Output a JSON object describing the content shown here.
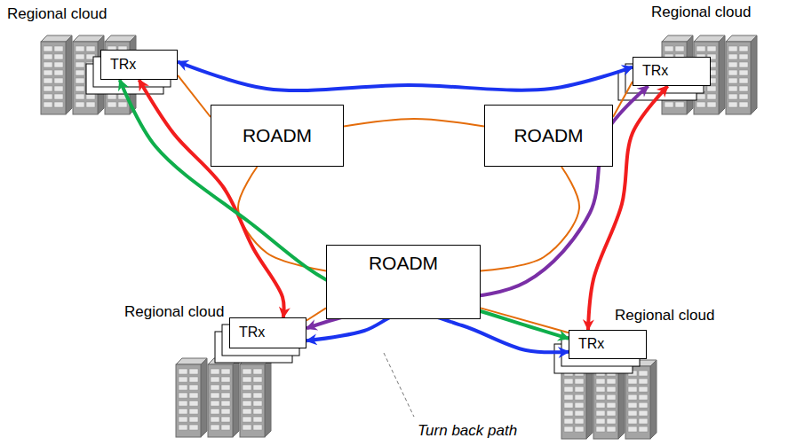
{
  "diagram": {
    "nodes": [
      {
        "text": [
          "TRx"
        ]
      },
      {
        "text": [
          "TRx"
        ]
      },
      {
        "text": [
          "ROADM"
        ]
      },
      {
        "text": [
          "ROADM"
        ]
      },
      {
        "text": [
          "ROADM"
        ]
      },
      {
        "text": [
          "TRx"
        ]
      },
      {
        "text": [
          "TRx"
        ]
      }
    ],
    "edges": [
      {
        "from": 2,
        "to": 3,
        "arrow": "none"
      },
      {
        "from": 2,
        "to": 4,
        "arrow": "none"
      },
      {
        "from": 3,
        "to": 4,
        "arrow": "none"
      },
      {
        "from": 0,
        "to": 2,
        "arrow": "none"
      },
      {
        "from": 1,
        "to": 3,
        "arrow": "none"
      },
      {
        "from": 5,
        "to": 4,
        "arrow": "none"
      },
      {
        "from": 6,
        "to": 4,
        "arrow": "none"
      },
      {
        "from": 0,
        "to": 1,
        "arrow": "both"
      },
      {
        "from": 0,
        "to": 5,
        "arrow": "both"
      },
      {
        "from": 0,
        "to": 6,
        "arrow": "both"
      },
      {
        "from": 1,
        "to": 5,
        "arrow": "both"
      },
      {
        "from": 1,
        "to": 6,
        "arrow": "both"
      },
      {
        "from": 5,
        "to": 6,
        "arrow": "both"
      }
    ],
    "labels": [
      "Regional cloud",
      "Regional cloud",
      "Regional cloud",
      "Regional cloud",
      "Turn back path"
    ]
  }
}
